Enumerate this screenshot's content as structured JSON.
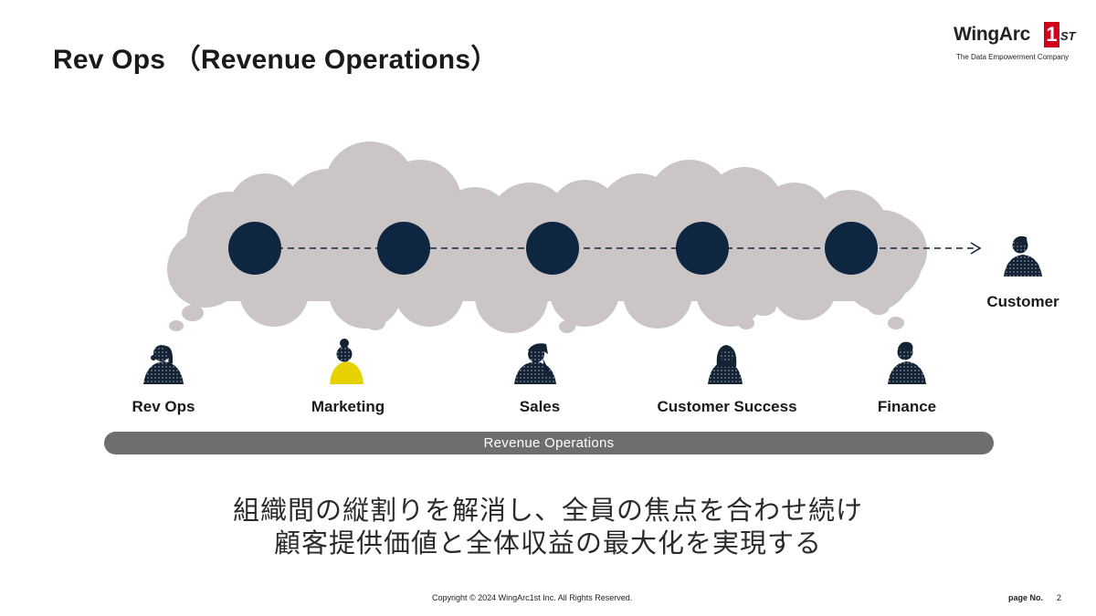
{
  "header": {
    "title": "Rev Ops （Revenue Operations）"
  },
  "logo": {
    "word": "WingArc",
    "badge": "1",
    "suffix": "ST",
    "tagline": "The Data Empowerment Company"
  },
  "roles": [
    {
      "label": "Rev Ops",
      "icon": "woman-ponytail-icon"
    },
    {
      "label": "Marketing",
      "icon": "woman-bun-icon"
    },
    {
      "label": "Sales",
      "icon": "man-icon"
    },
    {
      "label": "Customer Success",
      "icon": "woman-long-hair-icon"
    },
    {
      "label": "Finance",
      "icon": "man-short-hair-icon"
    }
  ],
  "customer": {
    "label": "Customer",
    "icon": "customer-icon"
  },
  "bar": {
    "label": "Revenue Operations"
  },
  "message": {
    "line1": "組織間の縦割りを解消し、全員の焦点を合わせ続け",
    "line2": "顧客提供価値と全体収益の最大化を実現する"
  },
  "footer": {
    "copyright": "Copyright © 2024 WingArc1st Inc.  All Rights Reserved.",
    "page_label": "page No.",
    "page_number": "2"
  },
  "colors": {
    "cloud": "#cbc5c6",
    "node": "#0f2640",
    "bar": "#6e6e6e",
    "accent_yellow": "#e6d200",
    "logo_red": "#d0021b"
  }
}
